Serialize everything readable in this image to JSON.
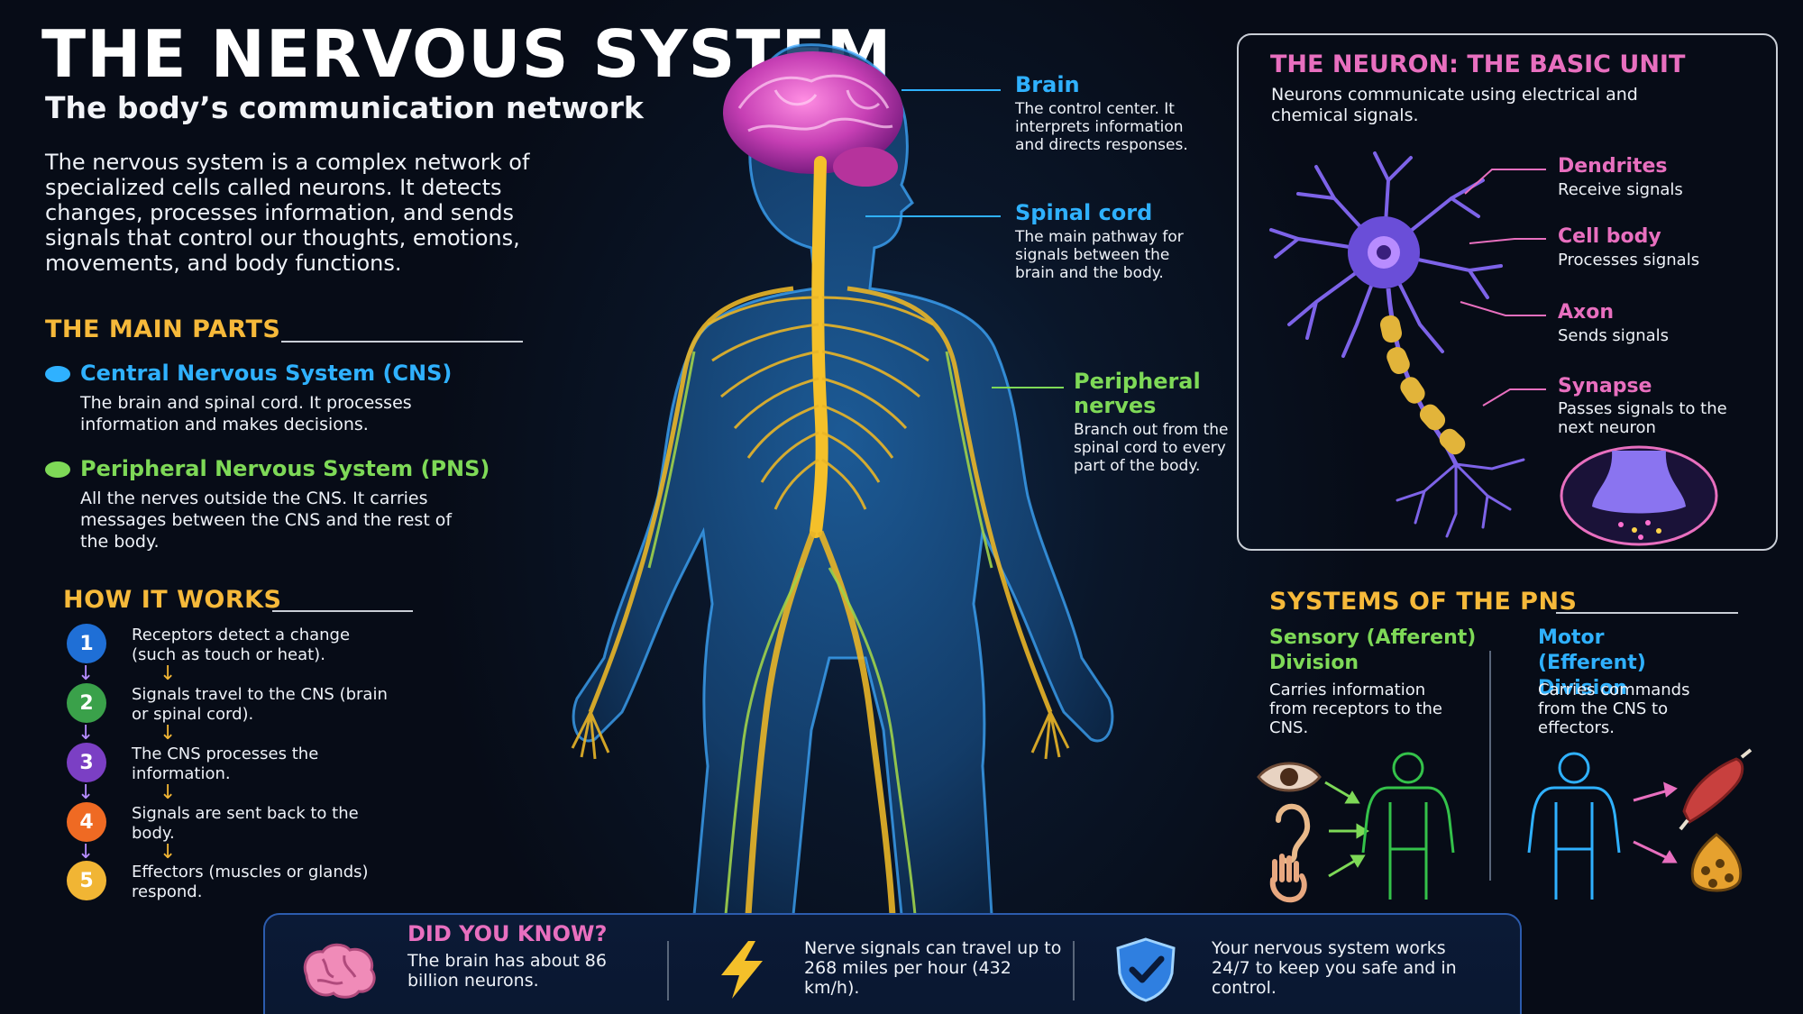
{
  "header": {
    "title": "THE NERVOUS SYSTEM",
    "subtitle": "The body’s communication network",
    "intro": "The nervous system is a complex network of specialized cells called neurons. It detects changes, processes information, and sends signals that control our thoughts, emotions, movements, and body functions."
  },
  "main_parts": {
    "heading": "THE MAIN PARTS",
    "items": [
      {
        "title": "Central Nervous System (CNS)",
        "desc": "The brain and spinal cord. It processes information and makes decisions.",
        "color": "#2fb1ff"
      },
      {
        "title": "Peripheral Nervous System (PNS)",
        "desc": "All the nerves outside the CNS. It carries messages between the CNS and the rest of the body.",
        "color": "#7ed957"
      }
    ]
  },
  "how_it_works": {
    "heading": "HOW IT WORKS",
    "steps": [
      {
        "num": "1",
        "text": "Receptors detect a change (such as touch or heat).",
        "color": "#1f6fd6"
      },
      {
        "num": "2",
        "text": "Signals travel to the CNS (brain or spinal cord).",
        "color": "#3aa14a"
      },
      {
        "num": "3",
        "text": "The CNS processes the information.",
        "color": "#7b3fc4"
      },
      {
        "num": "4",
        "text": "Signals are sent back to the body.",
        "color": "#ef6a23"
      },
      {
        "num": "5",
        "text": "Effectors (muscles or glands) respond.",
        "color": "#f1b534"
      }
    ]
  },
  "callouts": {
    "brain": {
      "title": "Brain",
      "desc": "The control center. It interprets information and directs responses."
    },
    "spinal": {
      "title": "Spinal cord",
      "desc": "The main pathway for signals between the brain and the body."
    },
    "peripheral": {
      "title": "Peripheral nerves",
      "desc": "Branch out from the spinal cord to every part of the body."
    }
  },
  "neuron": {
    "heading": "THE NEURON: THE BASIC UNIT",
    "sub": "Neurons communicate using electrical and chemical signals.",
    "parts": [
      {
        "label": "Dendrites",
        "desc": "Receive signals"
      },
      {
        "label": "Cell body",
        "desc": "Processes signals"
      },
      {
        "label": "Axon",
        "desc": "Sends signals"
      },
      {
        "label": "Synapse",
        "desc": "Passes signals to the next neuron"
      }
    ]
  },
  "pns_systems": {
    "heading": "SYSTEMS OF THE PNS",
    "sensory": {
      "title": "Sensory (Afferent) Division",
      "desc": "Carries information from receptors to the CNS.",
      "color": "#7ed957"
    },
    "motor": {
      "title": "Motor (Efferent) Division",
      "desc": "Carries commands from the CNS to effectors.",
      "color": "#2fb1ff"
    }
  },
  "did_you_know": {
    "heading": "DID YOU KNOW?",
    "facts": [
      "The brain has about 86 billion neurons.",
      "Nerve signals can travel up to 268 miles per hour (432 km/h).",
      "Your nervous system works 24/7 to keep you safe and in control."
    ]
  },
  "icons": {
    "brain": "brain-icon",
    "lightning": "lightning-icon",
    "shield": "shield-check-icon",
    "eye": "eye-icon",
    "ear": "ear-icon",
    "hand": "hand-icon",
    "muscle": "muscle-icon",
    "gland": "gland-icon"
  },
  "colors": {
    "accent_orange": "#f6b93a",
    "accent_pink": "#e86fbf",
    "accent_blue": "#2fb1ff",
    "accent_green": "#7ed957",
    "nerve_yellow": "#f4c02a"
  }
}
